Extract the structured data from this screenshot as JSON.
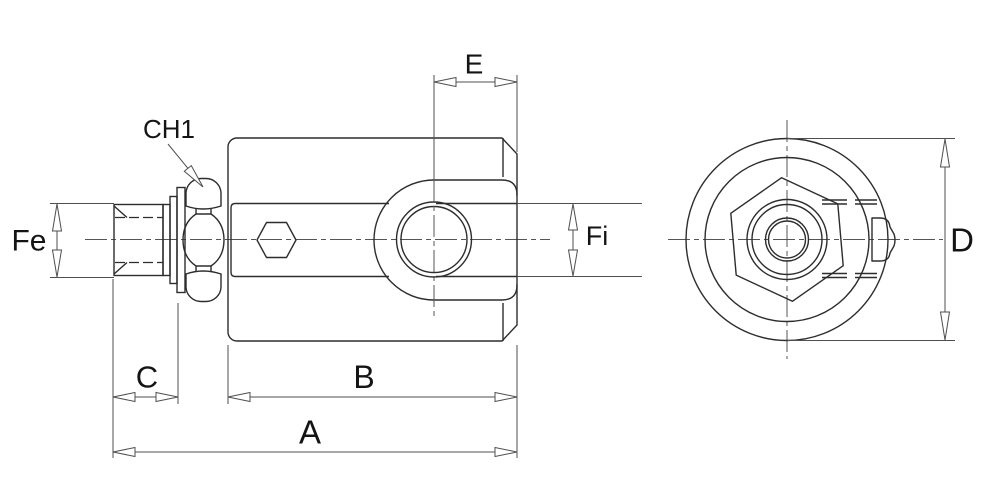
{
  "drawing": {
    "background": "#ffffff",
    "line_color": "#2d2d2d",
    "dim_color": "#4f4f4f",
    "text_color": "#141414",
    "labels": {
      "ch1": "CH1",
      "e": "E",
      "fe": "Fe",
      "fi": "Fi",
      "d": "D",
      "c": "C",
      "b": "B",
      "a": "A"
    }
  }
}
